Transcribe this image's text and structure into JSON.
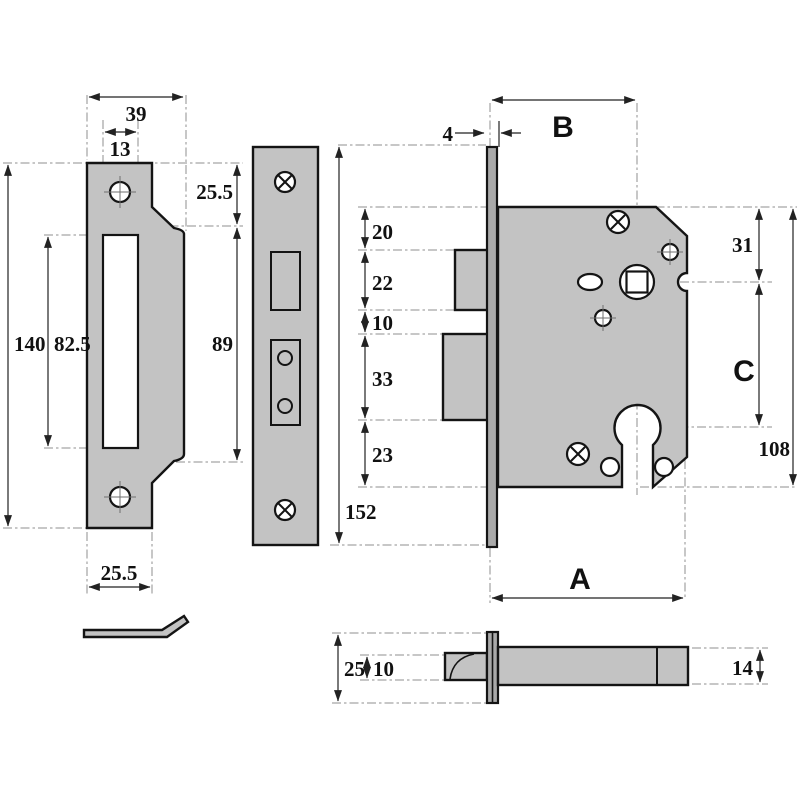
{
  "drawing": "mortice-lock-dimension-diagram",
  "colors": {
    "metal": "#c3c3c3",
    "faceplate_metal": "#a9a9a9",
    "outline": "#141414",
    "dimension_line": "#222222",
    "extension_line": "#8f8f8f",
    "background": "#ffffff"
  },
  "labels": {
    "strike_overall_width": "39",
    "strike_slot_width": "13",
    "strike_top_to_lip": "25.5",
    "strike_height": "140",
    "strike_slot_height": "82.5",
    "strike_lip_height": "89",
    "strike_plate_width": "25.5",
    "forend_height": "152",
    "body_top_offset": "20",
    "latch_height": "22",
    "latch_bolt_gap": "10",
    "deadbolt_height": "33",
    "body_bottom_offset": "23",
    "faceplate_thickness": "4",
    "backset": "B",
    "case_depth": "A",
    "top_to_spindle": "31",
    "centres": "C",
    "case_height": "108",
    "side_faceplate_width": "25",
    "side_latch_height": "10",
    "side_case_height": "14"
  }
}
